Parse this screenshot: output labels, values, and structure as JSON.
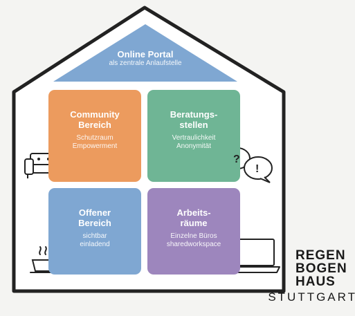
{
  "roof": {
    "title": "Online Portal",
    "subtitle": "als zentrale Anlaufstelle"
  },
  "rooms": {
    "community": {
      "title": "Community Bereich",
      "lines": [
        "Schutzraum",
        "Empowerment"
      ],
      "color": "#ec9b5e"
    },
    "beratung": {
      "title": "Beratungs- stellen",
      "lines": [
        "Vertraulichkeit",
        "Anonymität"
      ],
      "color": "#6fb595"
    },
    "offen": {
      "title": "Offener Bereich",
      "lines": [
        "sichtbar",
        "einladend"
      ],
      "color": "#7fa7d2"
    },
    "arbeit": {
      "title": "Arbeits- räume",
      "lines": [
        "Einzelne Büros",
        "sharedworkspace"
      ],
      "color": "#9d86bd"
    }
  },
  "bubbles": {
    "question": "?",
    "exclaim": "!"
  },
  "logo": {
    "rows": [
      "REGEN",
      "BOGEN",
      "HAUS"
    ],
    "city": "STUTTGART"
  },
  "icons": [
    "sofa-icon",
    "speech-bubbles-icon",
    "coffee-cocktail-icon",
    "laptop-icon"
  ],
  "colors": {
    "roof": "#7fa7d2",
    "house_outline": "#222222"
  }
}
